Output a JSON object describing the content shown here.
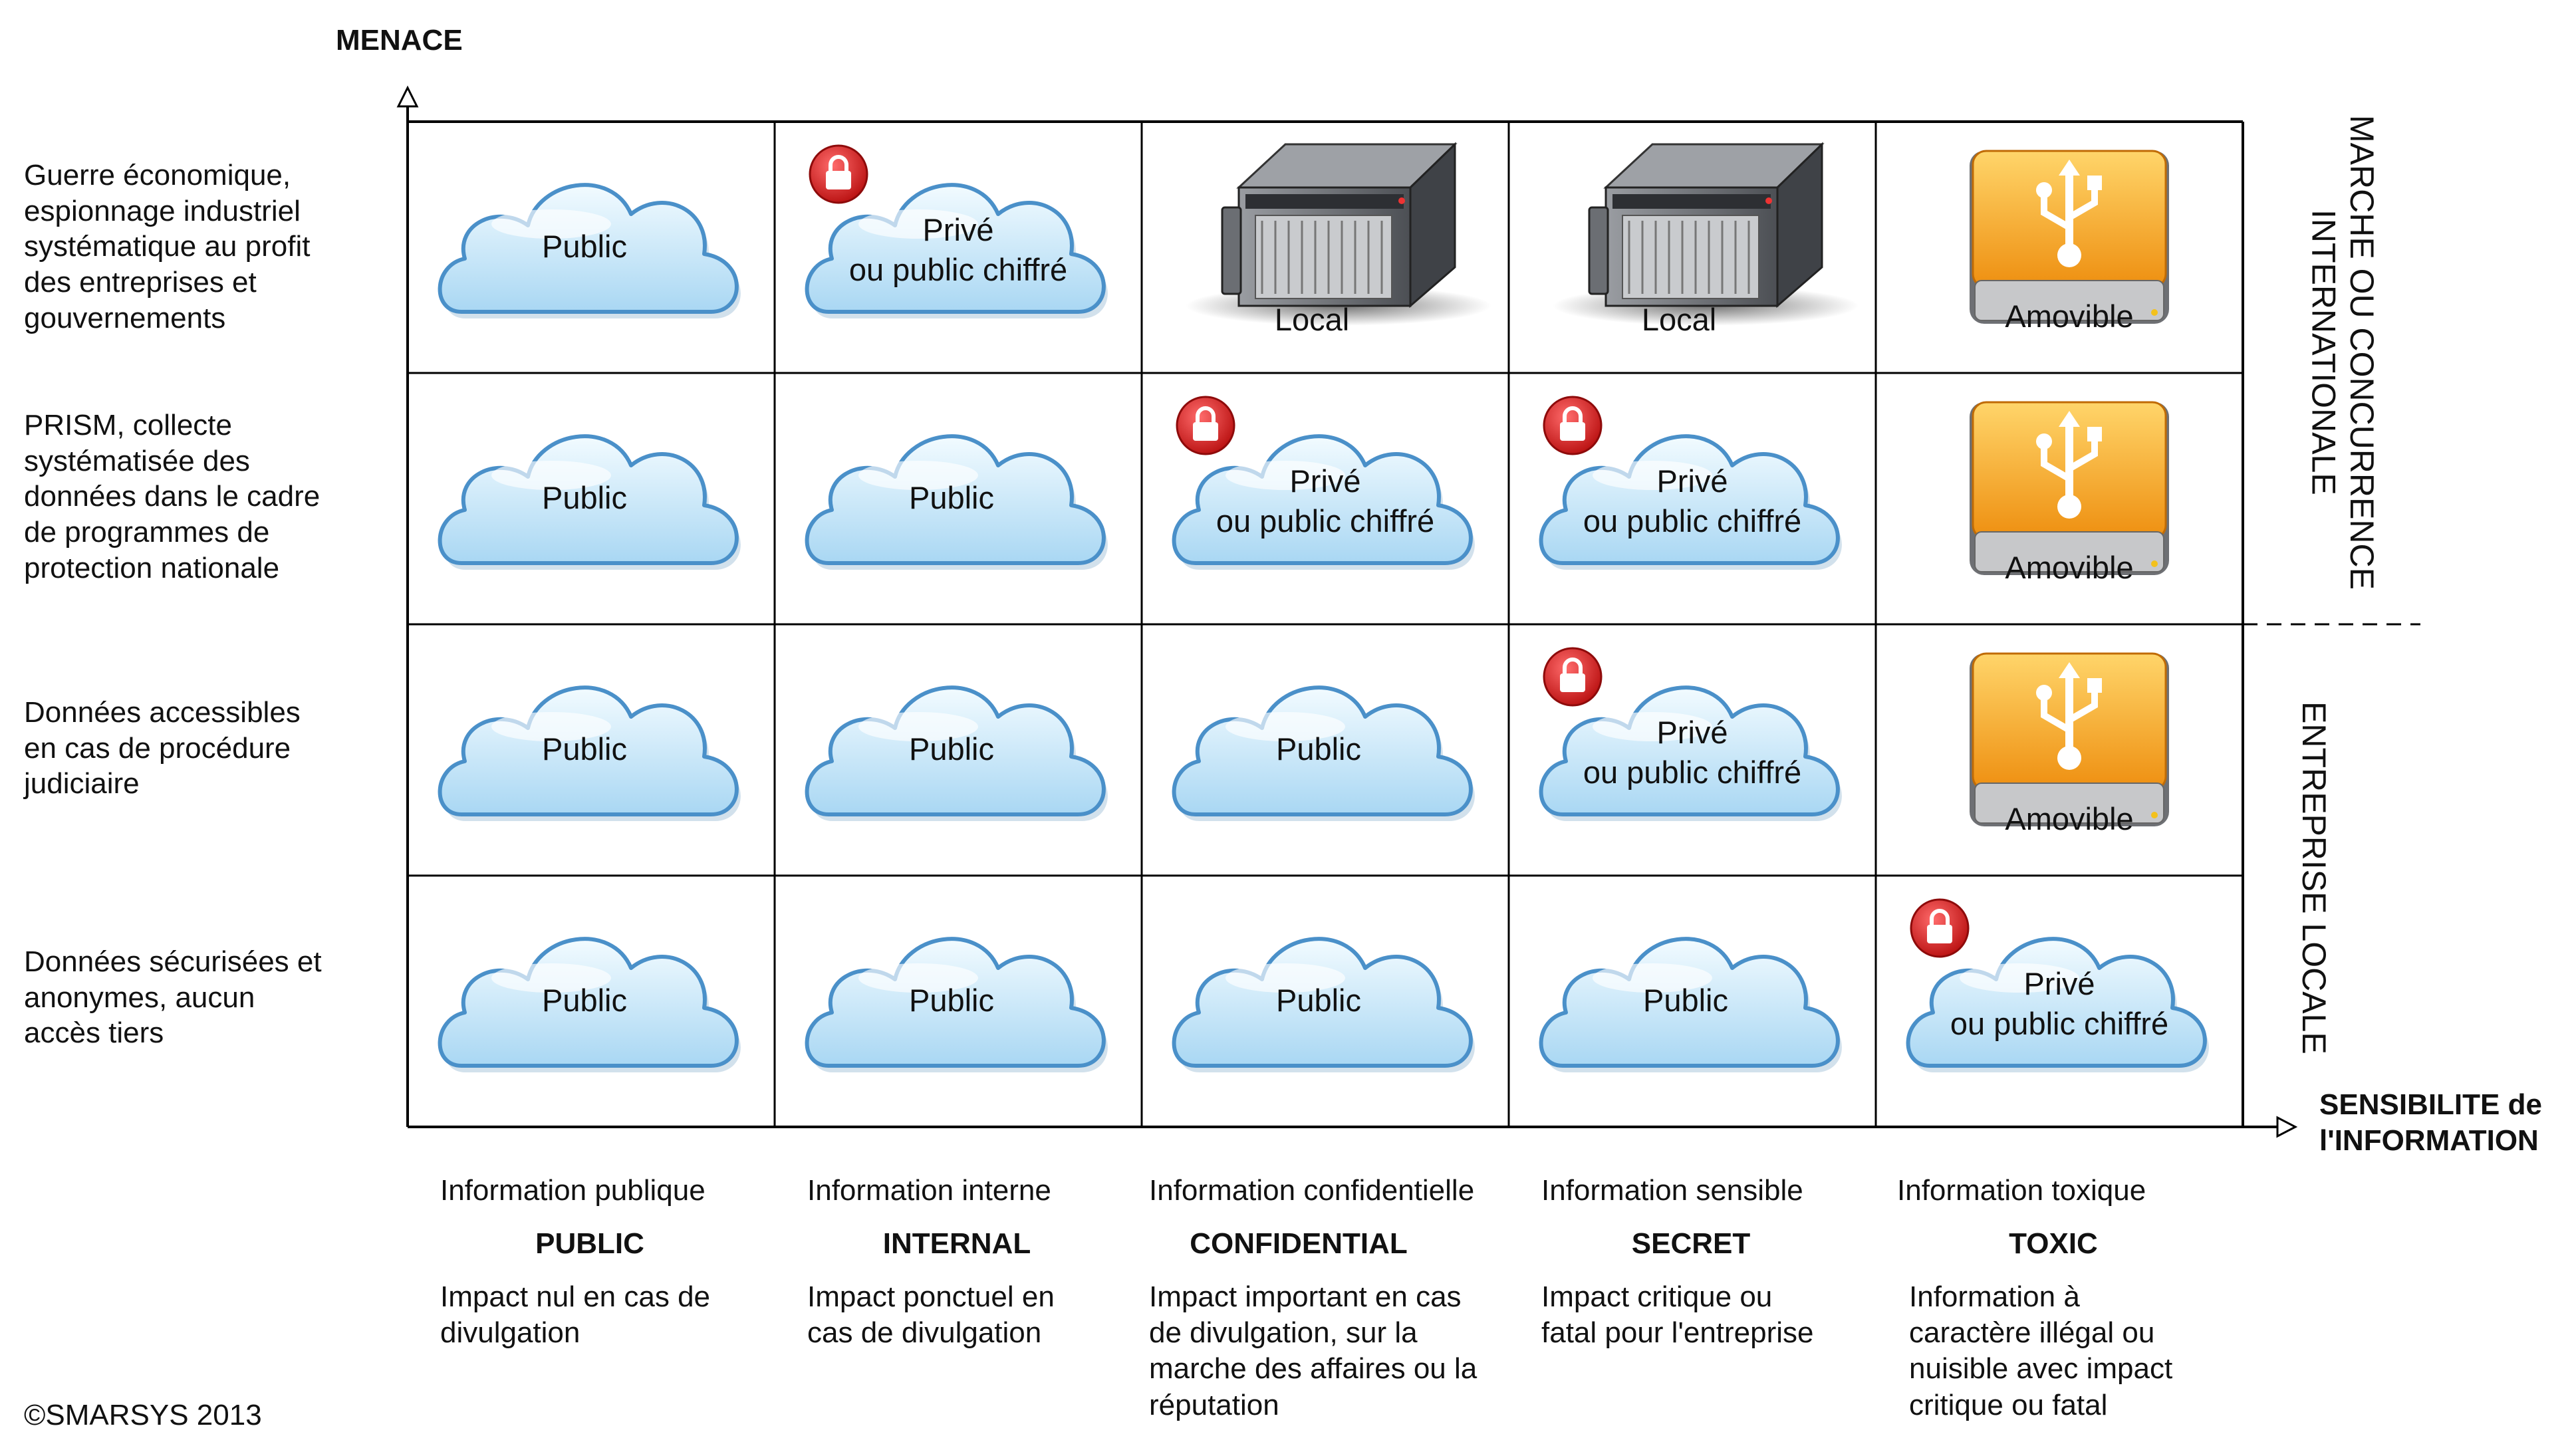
{
  "axes": {
    "y_title": "MENACE",
    "x_title_line1": "SENSIBILITE de",
    "x_title_line2": "l'INFORMATION"
  },
  "right_labels": {
    "top_line1": "MARCHE OU CONCURRENCE",
    "top_line2": "INTERNATIONALE",
    "bottom": "ENTREPRISE LOCALE"
  },
  "rows": [
    {
      "threat": [
        "Guerre économique,",
        "espionnage industriel",
        "systématique au profit",
        "des entreprises et",
        "gouvernements"
      ]
    },
    {
      "threat": [
        "PRISM, collecte",
        "systématisée des",
        "données dans le cadre",
        "de programmes de",
        "protection nationale"
      ]
    },
    {
      "threat": [
        "Données accessibles",
        "en cas de procédure",
        "judiciaire"
      ]
    },
    {
      "threat": [
        "Données sécurisées et",
        "anonymes, aucun",
        "accès tiers"
      ]
    }
  ],
  "columns": [
    {
      "name": "Information publique",
      "code": "PUBLIC",
      "impact": [
        "Impact nul en cas de",
        "divulgation"
      ]
    },
    {
      "name": "Information interne",
      "code": "INTERNAL",
      "impact": [
        "Impact ponctuel en",
        "cas de divulgation"
      ]
    },
    {
      "name": "Information confidentielle",
      "code": "CONFIDENTIAL",
      "impact": [
        "Impact important en cas",
        "de divulgation, sur la",
        "marche des affaires ou la",
        "réputation"
      ]
    },
    {
      "name": "Information sensible",
      "code": "SECRET",
      "impact": [
        "Impact critique ou",
        "fatal pour l'entreprise"
      ]
    },
    {
      "name": "Information toxique",
      "code": "TOXIC",
      "impact": [
        "Information à",
        "caractère illégal ou",
        "nuisible avec impact",
        "critique ou fatal"
      ]
    }
  ],
  "cells": [
    [
      {
        "type": "cloud",
        "label": [
          "Public"
        ]
      },
      {
        "type": "cloud-lock",
        "label": [
          "Privé",
          "ou public chiffré"
        ]
      },
      {
        "type": "server",
        "label": [
          "Local"
        ]
      },
      {
        "type": "server",
        "label": [
          "Local"
        ]
      },
      {
        "type": "drive",
        "label": [
          "Amovible"
        ]
      }
    ],
    [
      {
        "type": "cloud",
        "label": [
          "Public"
        ]
      },
      {
        "type": "cloud",
        "label": [
          "Public"
        ]
      },
      {
        "type": "cloud-lock",
        "label": [
          "Privé",
          "ou public chiffré"
        ]
      },
      {
        "type": "cloud-lock",
        "label": [
          "Privé",
          "ou public chiffré"
        ]
      },
      {
        "type": "drive",
        "label": [
          "Amovible"
        ]
      }
    ],
    [
      {
        "type": "cloud",
        "label": [
          "Public"
        ]
      },
      {
        "type": "cloud",
        "label": [
          "Public"
        ]
      },
      {
        "type": "cloud",
        "label": [
          "Public"
        ]
      },
      {
        "type": "cloud-lock",
        "label": [
          "Privé",
          "ou public chiffré"
        ]
      },
      {
        "type": "drive",
        "label": [
          "Amovible"
        ]
      }
    ],
    [
      {
        "type": "cloud",
        "label": [
          "Public"
        ]
      },
      {
        "type": "cloud",
        "label": [
          "Public"
        ]
      },
      {
        "type": "cloud",
        "label": [
          "Public"
        ]
      },
      {
        "type": "cloud",
        "label": [
          "Public"
        ]
      },
      {
        "type": "cloud-lock",
        "label": [
          "Privé",
          "ou public chiffré"
        ]
      }
    ]
  ],
  "copyright": "©SMARSYS 2013",
  "colors": {
    "cloud_fill": "#cfeaf9",
    "cloud_stroke": "#4a90c9",
    "lock_red": "#d42424",
    "drive_orange": "#f3a31c",
    "server_grey": "#6b6e73",
    "grid_line": "#000000"
  }
}
